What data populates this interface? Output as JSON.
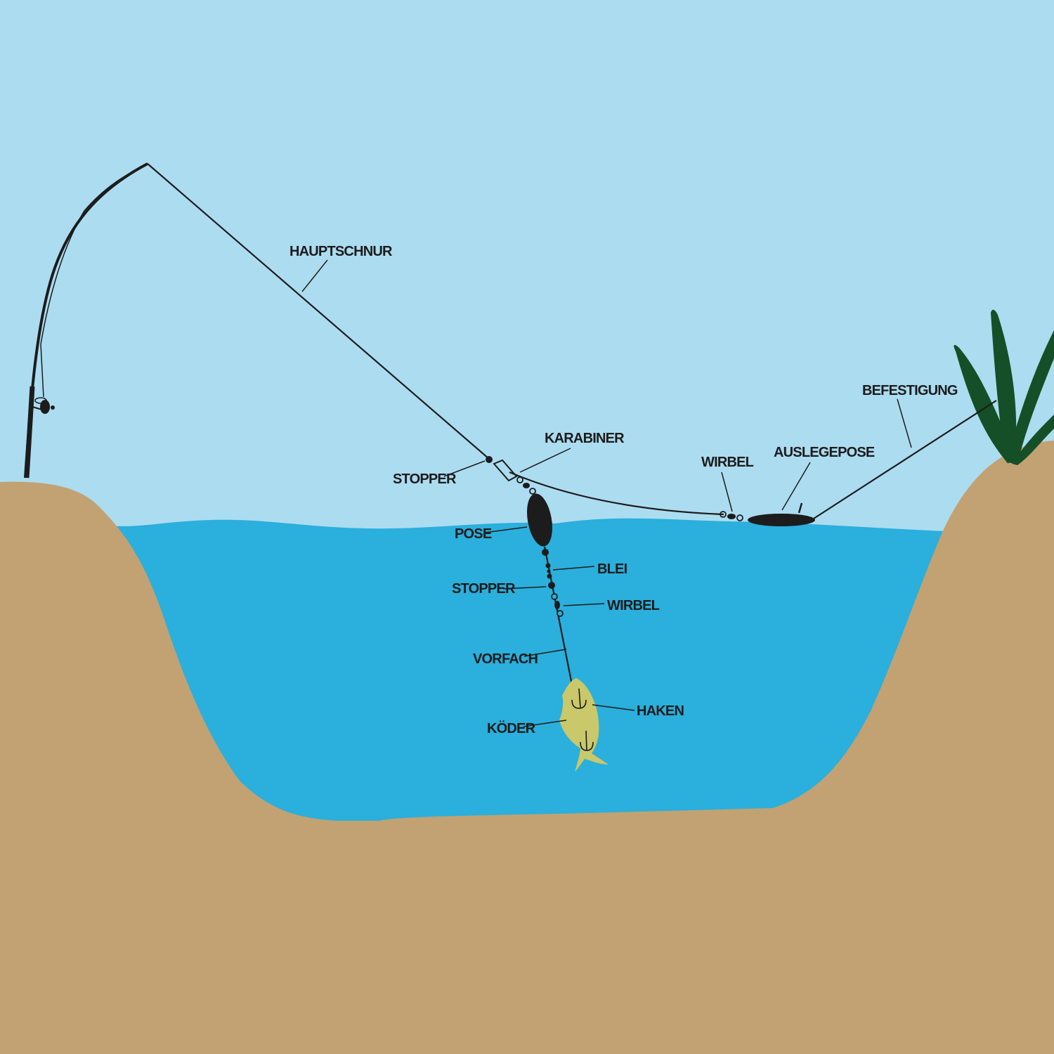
{
  "title": "Fishing rig diagram",
  "colors": {
    "sky": "#acdcf0",
    "water": "#2bafdc",
    "ground": "#c2a272",
    "plant": "#154f27",
    "bait": "#c9c86a",
    "ink": "#1c1c1c"
  },
  "labels": {
    "hauptschnur": "HAUPTSCHNUR",
    "karabiner": "KARABINER",
    "stopper_top": "STOPPER",
    "wirbel_top": "WIRBEL",
    "auslegepose": "AUSLEGEPOSE",
    "befestigung": "BEFESTIGUNG",
    "pose": "POSE",
    "blei": "BLEI",
    "stopper_bottom": "STOPPER",
    "wirbel_bottom": "WIRBEL",
    "vorfach": "VORFACH",
    "haken": "HAKEN",
    "koeder": "KÖDER"
  }
}
